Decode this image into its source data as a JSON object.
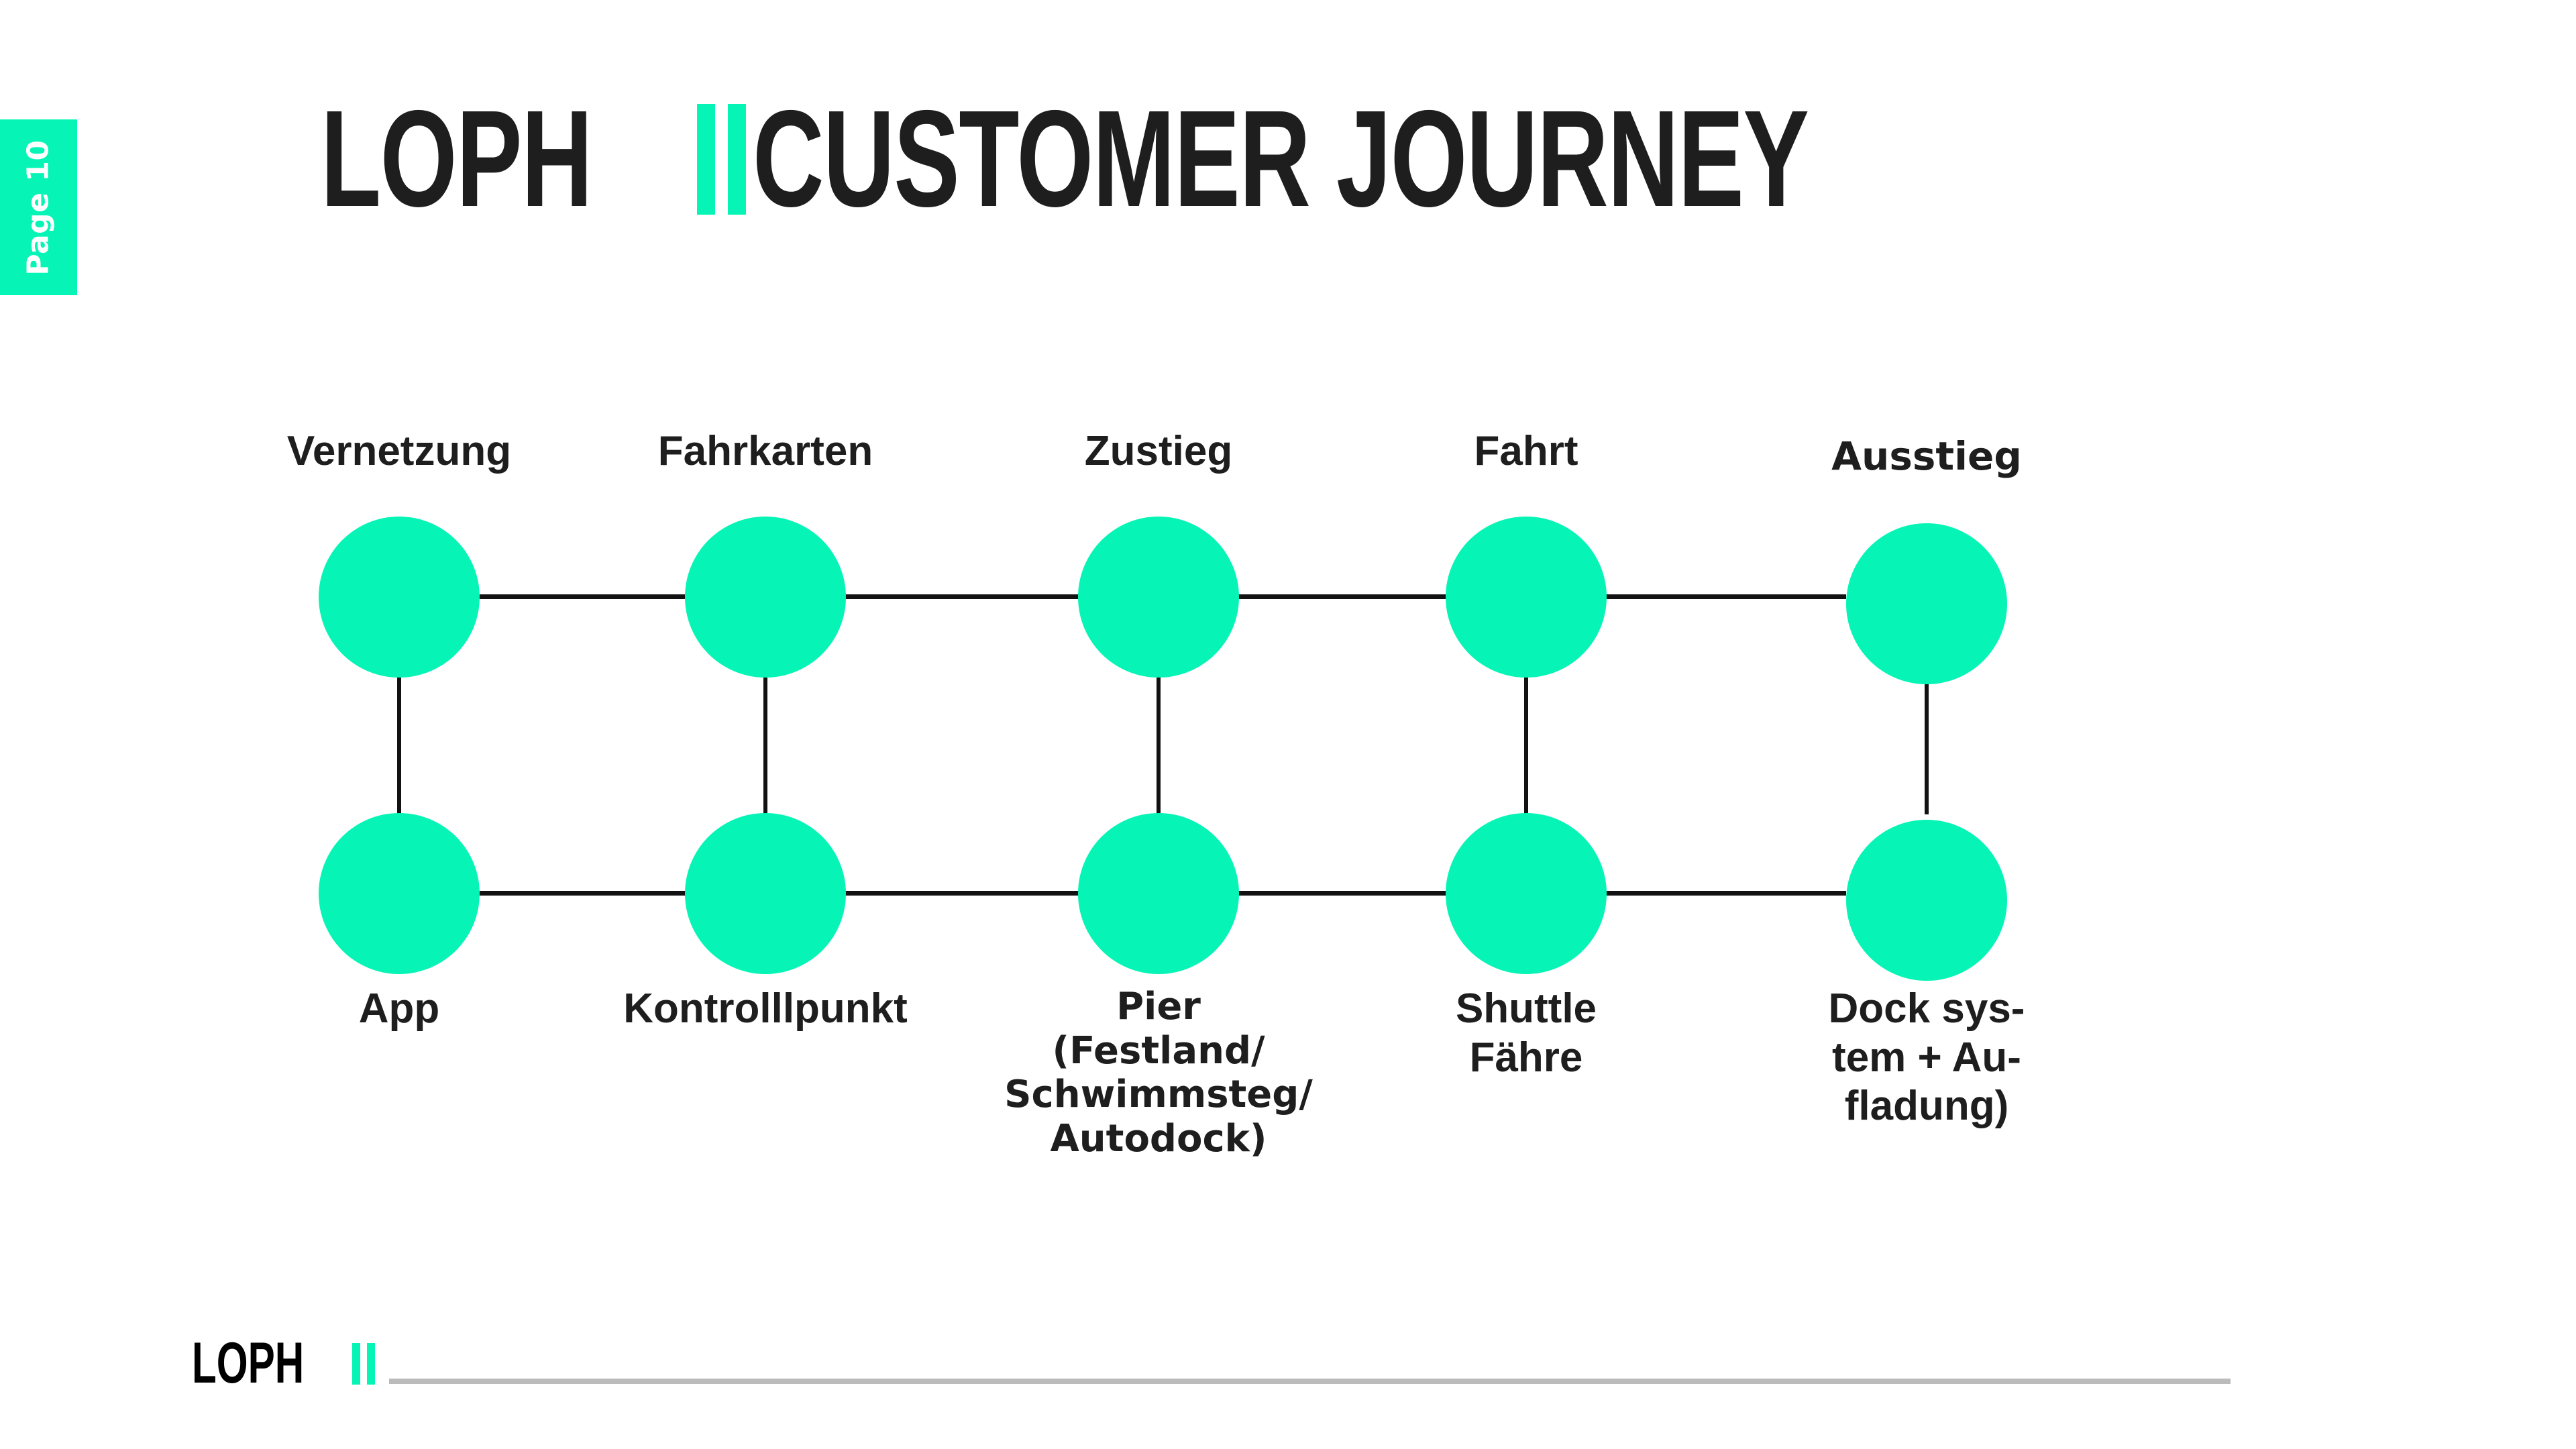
{
  "badge": {
    "label": "Page 10"
  },
  "header": {
    "title_prefix": "LOPH",
    "title_suffix": "CUSTOMER JOURNEY",
    "bar_glyph": "||",
    "accent_color": "#06F5B6",
    "text_color": "#1E1E1E"
  },
  "footer": {
    "logo_text": "LOPH",
    "bar_glyph": "||",
    "rule_color": "#BBBBBB"
  },
  "diagram": {
    "type": "journey-map",
    "node_color": "#06F5B6",
    "connector_color": "#121212",
    "columns": [
      {
        "top_label": "Vernetzung",
        "bottom_label": "App"
      },
      {
        "top_label": "Fahrkarten",
        "bottom_label": "Kontrolllpunkt"
      },
      {
        "top_label": "Zustieg",
        "bottom_label": "Pier (Festland/ Schwimmsteg/ Autodock)"
      },
      {
        "top_label": "Fahrt",
        "bottom_label": "Shuttle Fähre"
      },
      {
        "top_label": "Ausstieg",
        "bottom_label": "Dock system + Aufladung)"
      }
    ],
    "bottom_label_lines": [
      [
        "App"
      ],
      [
        "Kontrolllpunkt"
      ],
      [
        "Pier",
        "(Festland/",
        "Schwimmsteg/",
        "Autodock)"
      ],
      [
        "Shuttle",
        "Fähre"
      ],
      [
        "Dock sys-",
        "tem + Au-",
        "fladung)"
      ]
    ]
  }
}
